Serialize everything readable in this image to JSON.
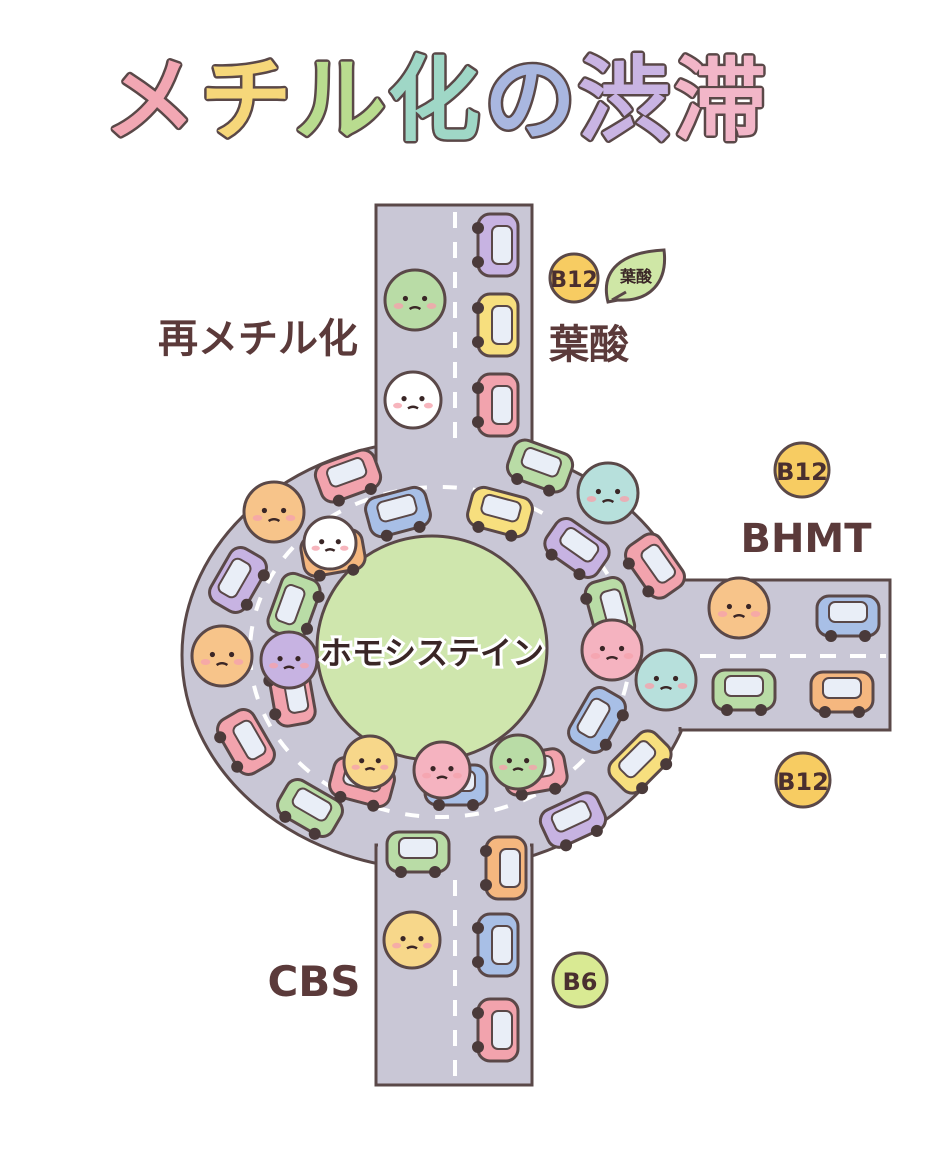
{
  "title": {
    "chars": [
      "メ",
      "チ",
      "ル",
      "化",
      "の",
      "渋",
      "滞"
    ],
    "colors": [
      "#f2a7b3",
      "#f6d77a",
      "#b9dc8f",
      "#9fd7c6",
      "#a9b7e0",
      "#c9b4e3",
      "#f2b6c8"
    ]
  },
  "labels": {
    "remethylation": "再メチル化",
    "folate": "葉酸",
    "folate_leaf": "葉酸",
    "bhmt": "BHMT",
    "cbs": "CBS",
    "center": "ホモシステイン"
  },
  "vitamins": {
    "b12_top": "B12",
    "b12_right_top": "B12",
    "b12_right_bottom": "B12",
    "b6": "B6"
  },
  "colors": {
    "road": "#c9c7d6",
    "road_edge": "#5a4848",
    "center": "#cfe6ad",
    "text": "#5b3a3a",
    "vitamin_fill": "#f7cc62",
    "b6_fill": "#d9ea93",
    "leaf_fill": "#cfe7a6",
    "cars": [
      "#f2a3ad",
      "#a8bfe6",
      "#b9dca6",
      "#f7df7e",
      "#c7b3e2",
      "#f5b77f",
      "#b7e0dc"
    ]
  },
  "icons": [
    "car-icon",
    "blob-character-icon",
    "leaf-icon",
    "vitamin-badge-icon"
  ]
}
